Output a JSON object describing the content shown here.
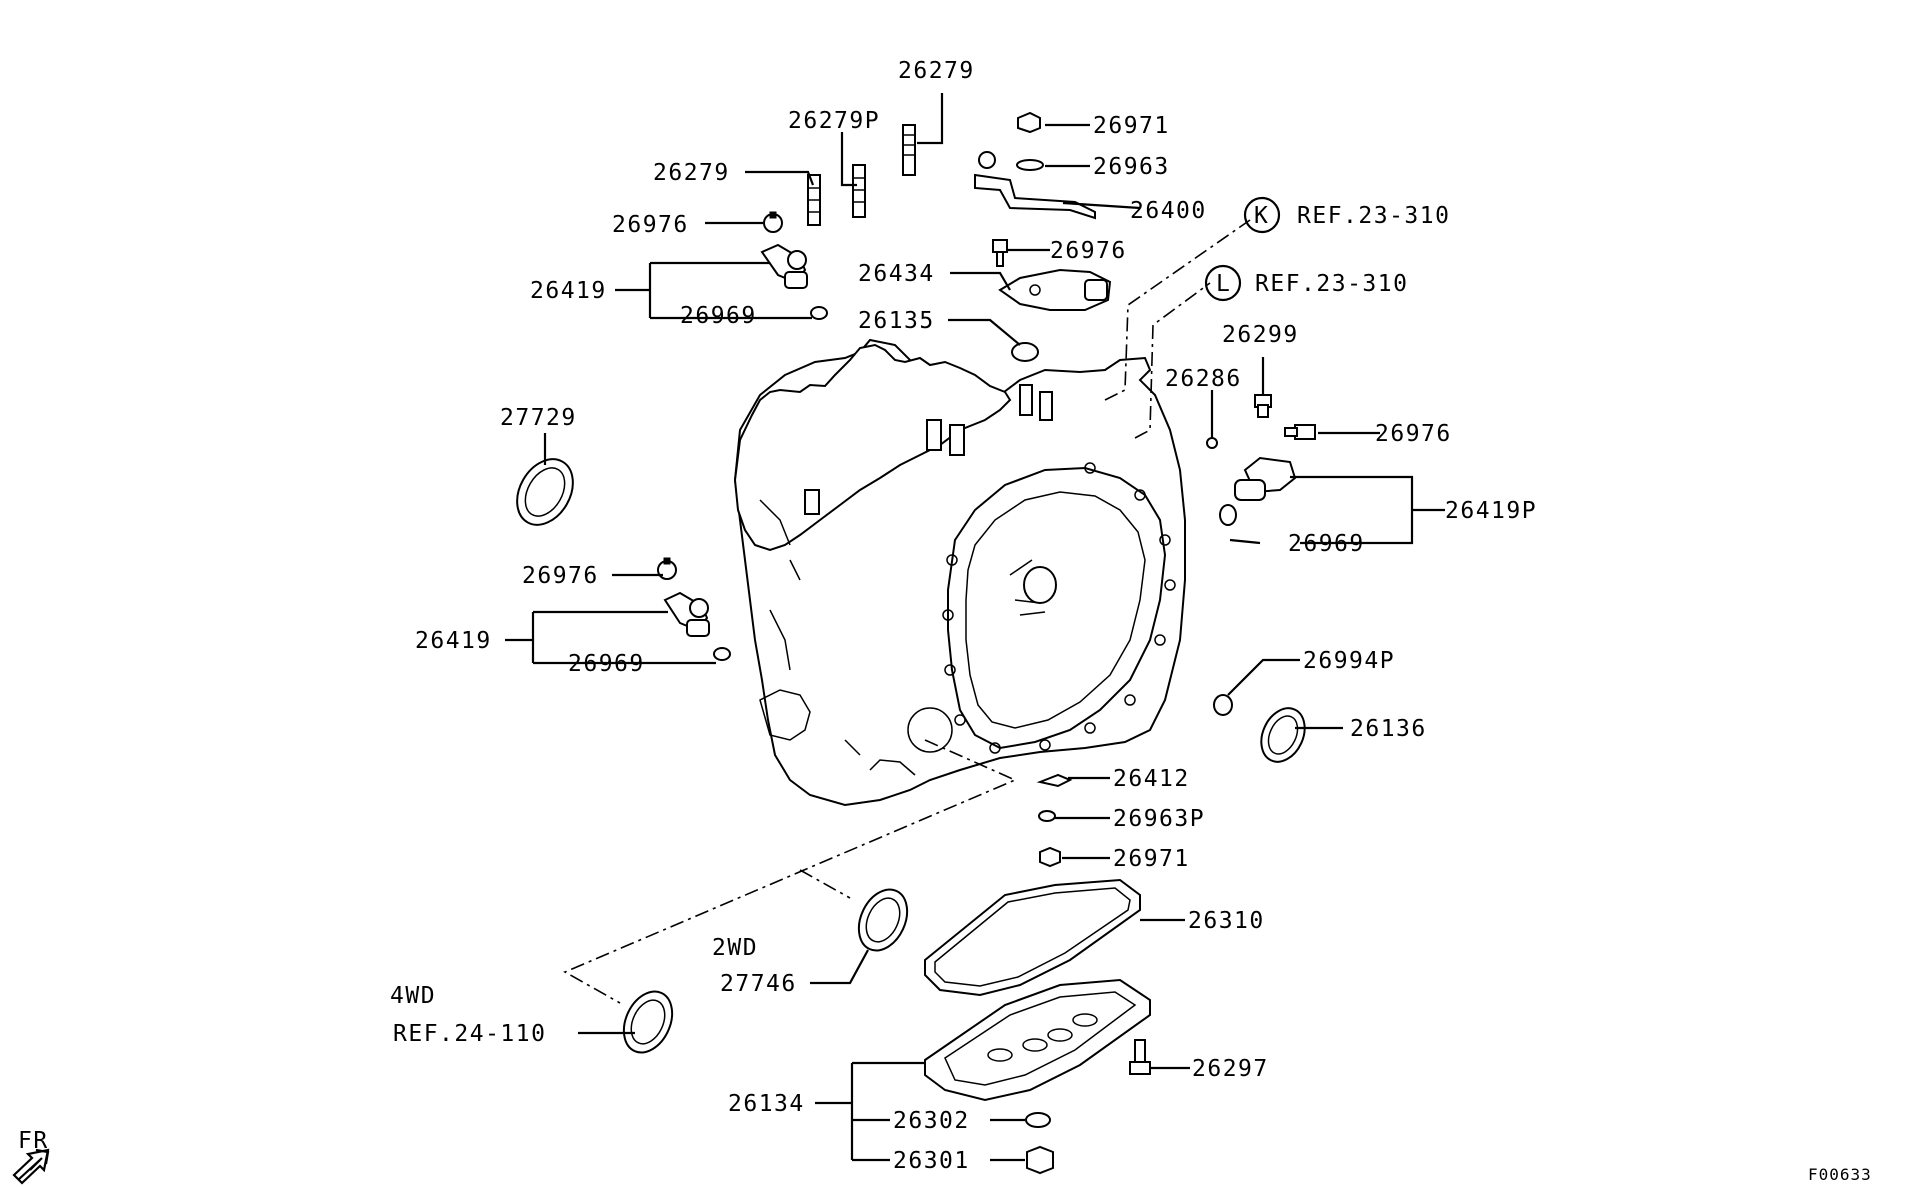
{
  "diagram": {
    "footer_code": "F00633",
    "fr_mark": "FR",
    "refs": {
      "k": {
        "circle": "K",
        "text": "REF.23-310"
      },
      "l": {
        "circle": "L",
        "text": "REF.23-310"
      },
      "ref24": "REF.24-110",
      "wd4": "4WD",
      "wd2": "2WD"
    },
    "parts": {
      "p26279_top": "26279",
      "p26279P": "26279P",
      "p26279_left": "26279",
      "p26976_a": "26976",
      "p26419_a": "26419",
      "p26969_a": "26969",
      "p26971_top": "26971",
      "p26963_top": "26963",
      "p26400": "26400",
      "p26976_b": "26976",
      "p26434": "26434",
      "p26135": "26135",
      "p27729": "27729",
      "p26976_c": "26976",
      "p26419_b": "26419",
      "p26969_b": "26969",
      "p26299": "26299",
      "p26286": "26286",
      "p26976_d": "26976",
      "p26419P": "26419P",
      "p26969_c": "26969",
      "p26994P": "26994P",
      "p26136": "26136",
      "p26412": "26412",
      "p26963P": "26963P",
      "p26971_mid": "26971",
      "p26310": "26310",
      "p27746": "27746",
      "p26297": "26297",
      "p26134": "26134",
      "p26302": "26302",
      "p26301": "26301"
    }
  }
}
